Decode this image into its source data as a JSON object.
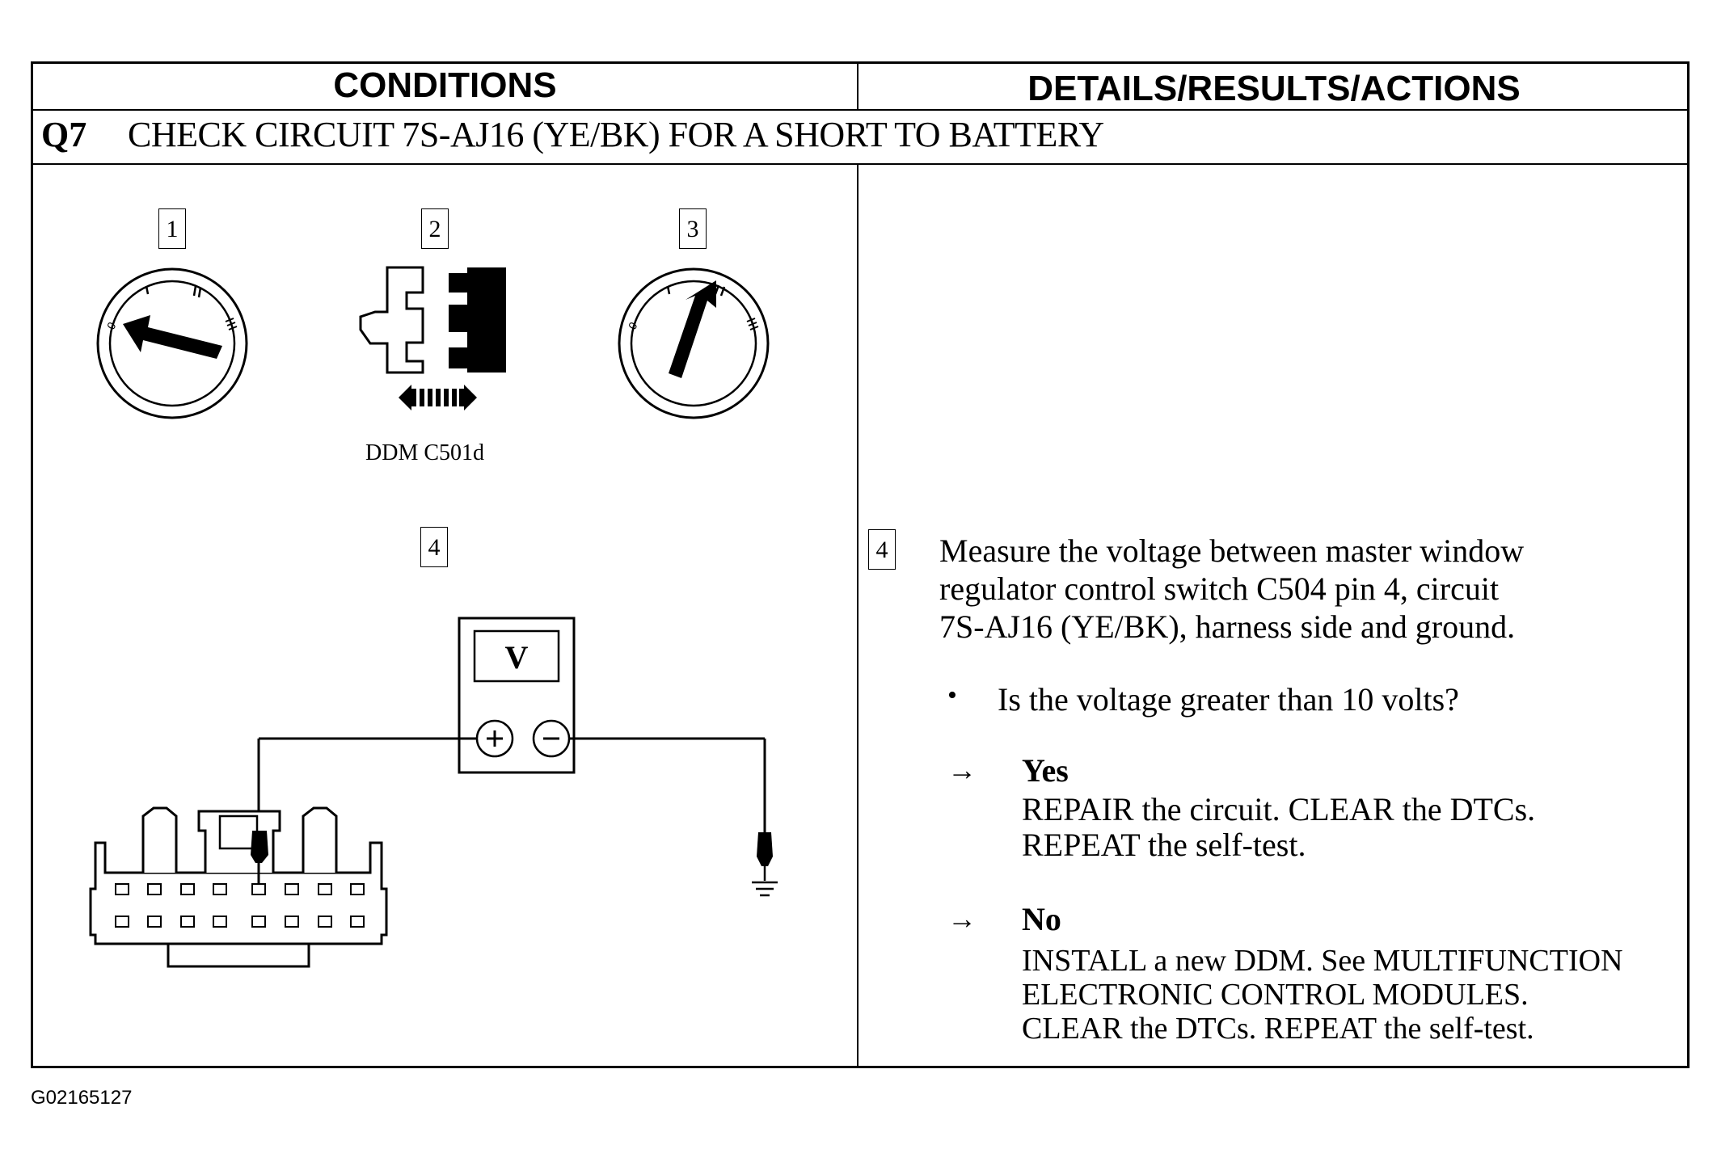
{
  "headers": {
    "conditions": "CONDITIONS",
    "details": "DETAILS/RESULTS/ACTIONS"
  },
  "question": {
    "number": "Q7",
    "title": "CHECK CIRCUIT 7S-AJ16 (YE/BK) FOR A SHORT TO BATTERY"
  },
  "steps": {
    "step1": "1",
    "step2": "2",
    "step3": "3",
    "step4": "4",
    "connector_caption": "DDM C501d",
    "meter_label": "V"
  },
  "details": {
    "step_number": "4",
    "instruction_line1": "Measure the voltage between master window",
    "instruction_line2": "regulator control switch C504 pin 4, circuit",
    "instruction_line3": "7S-AJ16 (YE/BK), harness side and ground.",
    "bullet": "•",
    "question": "Is the voltage greater than 10 volts?",
    "arrow": "→",
    "yes_label": "Yes",
    "yes_action": "REPAIR the circuit. CLEAR the DTCs.\nREPEAT the self-test.",
    "no_label": "No",
    "no_action": "INSTALL a new DDM. See MULTIFUNCTION\nELECTRONIC CONTROL MODULES.\nCLEAR the DTCs. REPEAT the self-test."
  },
  "footer": {
    "figure_id": "G02165127"
  }
}
